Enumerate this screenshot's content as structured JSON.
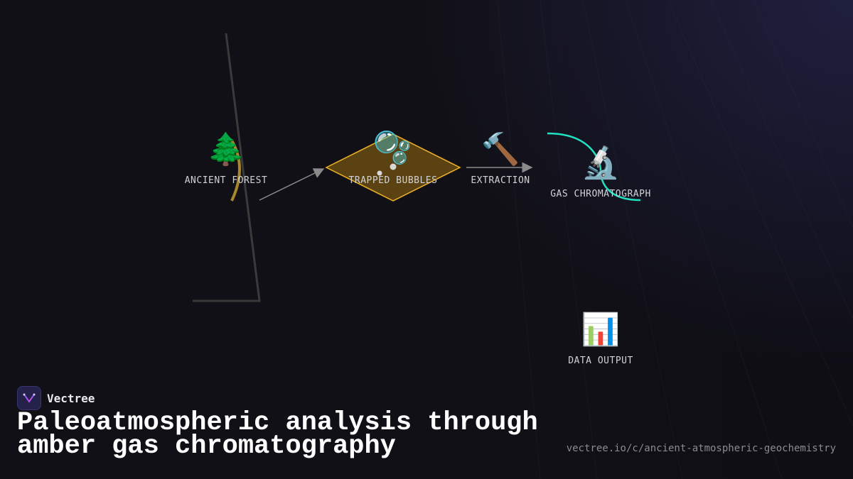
{
  "diagram": {
    "nodes": [
      {
        "id": "ancient-forest",
        "label": "ANCIENT FOREST",
        "icon": "tree-icon",
        "glyph": "🌲"
      },
      {
        "id": "trapped-bubbles",
        "label": "TRAPPED BUBBLES",
        "icon": "bubbles-icon",
        "glyph": "🫧"
      },
      {
        "id": "extraction",
        "label": "EXTRACTION",
        "icon": "hammer-icon",
        "glyph": "🔨"
      },
      {
        "id": "gas-chromatograph",
        "label": "GAS CHROMATOGRAPH",
        "icon": "microscope-icon",
        "glyph": "🔬"
      },
      {
        "id": "data-output",
        "label": "DATA OUTPUT",
        "icon": "bar-chart-icon",
        "glyph": "📊"
      }
    ],
    "colors": {
      "amber": "#f0b322",
      "amber_fill": "#5a4212",
      "arc_teal": "#22e0c0",
      "arrow_gray": "#8a8a8a",
      "bracket_gray": "#3a3a3a",
      "amber_arc": "#a8862c"
    }
  },
  "brand": {
    "name": "Vectree",
    "icon": "vectree-logo-icon"
  },
  "title": "Paleoatmospheric analysis through amber gas chromatography",
  "url": "vectree.io/c/ancient-atmospheric-geochemistry"
}
